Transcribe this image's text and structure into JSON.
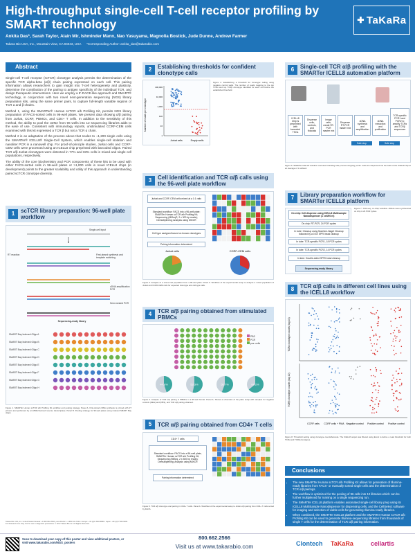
{
  "header": {
    "title": "High-throughput single-cell T-cell receptor profiling by SMART technology",
    "authors": "Ankita Das*, Sarah Taylor, Alain Mir, Ishminder Mann, Nao Yasuyama, Magnolia Bostick, Jude Dunne, Andrew Farmer",
    "affiliation": "Takara Bio USA, Inc., Mountain View, CA 94043, USA",
    "corresponding": "*Corresponding Author: ankita_das@takarabio.com",
    "logo": "TaKaRa"
  },
  "abstract": {
    "title": "Abstract",
    "paragraphs": [
      "Single-cell T-cell receptor (scTCR) clonotype analysis permits the determination of the specific TCR alpha-beta (α/β) chain pairing expressed on each cell. This pairing information allows researchers to gain insight into T-cell heterogeneity and plasticity, determine the contribution of the pairing to antigen specificity of the individual TCR, and design therapeutic interventions. Here we employ a 5'-RACE-like approach and SMART® technology, in conjunction with two novel next-generation sequencing (NGS) library preparation kits, using the same primer pairs, to capture full-length variable regions of TCR α and β chains.",
      "Method 1, using the SMARTer® Human scTCR a/b Profiling Kit, permits NGS library preparation of FACS-sorted cells in 96-well plates. We present data showing α/β pairing from Jurkat, CCRF, PBMCs, and CD4+ T cells. In addition to the sensitivity of this method, the ability to pool the cDNA from 96 wells into 12 sequencing libraries adds to the ease of use. Consistent with immunology reports, unstimulated CCRF-CEM cells examined with this kit expressed a TCR β but not a TCR α chain.",
      "Method 2 is an adaptation of the process above that scales to ~1,200 single cells using the SMARTer® ICELL8® Single-Cell System, which enables single-cell isolation and nanoliter PCR in a nanowell chip. For proof-of-principle studies, Jurkat cells and CCRF-CEM cells were processed using an ICELL8 chip preprinted with barcoded oligos. Paired TCR α/β Jurkat clonotypes were detected in 77% and 83% cells in mixed and single cell populations, respectively.",
      "The ability of the core biochemistry and PCR components of these kits to be used with either FACS-sorted cells in 96-well plates or >1,000 cells in novel ICELL8 chips (in development) points to the greater scalability and utility of this approach in understanding paired scTCR clonotype diversity."
    ]
  },
  "sections": {
    "s1": {
      "num": "1",
      "title": "scTCR library preparation: 96-well plate workflow"
    },
    "s2": {
      "num": "2",
      "title": "Establishing thresholds for confident clonotype calls"
    },
    "s3": {
      "num": "3",
      "title": "Cell identification and TCR α/β calls using the 96-well plate workflow"
    },
    "s4": {
      "num": "4",
      "title": "TCR α/β pairing obtained from stimulated PBMCs"
    },
    "s5": {
      "num": "5",
      "title": "TCR α/β pairing obtained from CD4+ T cells"
    },
    "s6": {
      "num": "6",
      "title": "Single-cell TCR α/β profiling with the SMARTer ICELL8 automation platform"
    },
    "s7": {
      "num": "7",
      "title": "Library preparation workflow for SMARTer ICELL8 platform"
    },
    "s8": {
      "num": "8",
      "title": "TCR α/β calls in different cell lines using the ICELL8 workflow"
    }
  },
  "fig1": {
    "labels": [
      "Single-cell input",
      "First-strand synthesis and template switching",
      "RT reaction",
      "cDNA amplification PCR",
      "Semi-nested PCR",
      "Sequencing-ready library"
    ],
    "oligos": [
      "SMART Bay Indexed Oligo A",
      "SMART Bay Indexed Oligo B",
      "SMART Bay Indexed Oligo C",
      "SMART Bay Indexed Oligo D",
      "SMART Bay Indexed Oligo E",
      "SMART Bay Indexed Oligo F",
      "SMART Bay Indexed Oligo G",
      "SMART Bay Indexed Oligo H"
    ],
    "oligo_colors": [
      "#e05a5a",
      "#e68a2e",
      "#d9c02a",
      "#6bb34a",
      "#3aa7a0",
      "#3f7ec9",
      "#7a55b8",
      "#c45ca5"
    ],
    "caption": "Figure 1. SMARTer Human scTCR a/b Profiling Kit workflow and pooling strategy. Panel A. First-strand cDNA synthesis is primed with dT primers and performed by an MMLV-derived reverse transcriptase. Panel B. Pooling strategy for 96-well plates using indexed SMART Bay oligos."
  },
  "fig2": {
    "ylabel": "Number of reads per clonotype",
    "yticks": [
      "100,000",
      "10,000",
      "1,000",
      "100",
      "10",
      "1"
    ],
    "categories": [
      "Jurkat cells",
      "Empty wells"
    ],
    "caption": "Figure 2. Establishing a threshold for clonotype calling using negative control wells. The number of reads mapping to the top TCRα and top TCRβ clonotype identified for each cell before the established threshold."
  },
  "fig3": {
    "flow": [
      "Jurkat and CCRF-CEM cells mixed at a 1:1 ratio",
      "Standard workflow: FACS into a 96-well plate; SMARTer Human scTCR a/b Profiling Kit; Sequencing (MiSeq®, 2 x 300 bp reads); Demultiplexing; Analysis using MiXCR",
      "Cell type assigned based on known clonotypes",
      "Pairing information determined"
    ],
    "pie_labels": [
      "Jurkat cells",
      "CCRF-CEM cells"
    ],
    "caption": "Figure 3. Analysis of a mixed cell population from a 96-well plate. Panel A. Workflow of the experimental setup to analyze a mixed population of Jurkat and CCRF-CEM cells for expected clonotype and cell-type calls."
  },
  "fig4": {
    "legend": [
      "PBS",
      "PCR",
      "pos. cells"
    ],
    "pcts": [
      "44.8%",
      "53.3%",
      "55.7%",
      "64.2%"
    ],
    "caption": "Figure 4. Analysis of TCR α/β pairing in PBMCs in a 96-well format. Panel A. Shows a schematic of the plate setup with samples for negative controls (NEG) and (PBS), and TCR α/β pairing obtained."
  },
  "fig5": {
    "flow": [
      "CD4+ T cells",
      "Standard workflow: FACS into a 96-well plate; SMARTer Human scTCR a/b Profiling Kit; Sequencing (MiSeq, 2 x 300 bp reads); Demultiplexing; Analysis using MiXCR",
      "Pairing information determined"
    ],
    "caption": "Figure 5. TCR α/β clonotype and pairing in CD4+ T cells. Panel A. Workflow of the experimental setup to obtain α/β pairing from CD4+ T cells sorted by FACS."
  },
  "fig6": {
    "steps": [
      "ICELL8 Chip is preprinted with barcoded TSOs",
      "Dispense cells, controls, and fiducials",
      "Image cells, create RT-PCR master mix",
      "Dispense RT-PCR master mix",
      "cDNA synthesis and amplification",
      "cDNA extraction and purification",
      "TCR-specific PCR1 and PCR2 to amplify TCRα and TCRβ sequences"
    ],
    "safe": [
      "Safe stop",
      "Safe stop"
    ],
    "caption": "Figure 6. SMARTer ICELL8 workflow overview indicating safe process stopping points. Cells are dispensed into the wells of the ICELL8 chip at an average of 1 cell/well."
  },
  "fig7": {
    "flow": [
      "On chip: Cell dispense using ICELL8 Multisample Nanodispenser (1 cell/50 nl)",
      "On chip: RT-PCR, 24 PCR cycles",
      "In tube: Cleanup using Machine-Nagel Cleanup followed by a 0.5X SPRI bead cleanup",
      "In tube: TCR-specific PCR1, 18 PCR cycles",
      "In tube: TCR-specific PCR2, 14 PCR cycles",
      "In tube: Double-sided SPRI bead cleanup",
      "Sequencing-ready library"
    ],
    "caption": "Figure 7. TCR-seq, on-Chip workflow. cDNAs were synthesized on chip in 24 PCR cycles."
  },
  "fig8": {
    "ylabel1": "TCRα clonotype counts (log 10)",
    "ylabel2": "TCRβ clonotype counts (log 10)",
    "categories": [
      "CCRF cells",
      "CCRF cells + PMA",
      "Negative control",
      "Positive control",
      "Positive control"
    ],
    "caption": "Figure 8. Threshold setting using clonotype counts/barcode. The ICELL8 output was filtered using Excel to define a read threshold for both TCRα and TCRβ clonotypes."
  },
  "conclusions": {
    "title": "Conclusions",
    "items": [
      "The new SMARTer Human scTCR a/b Profiling Kit allows for generation of Illumina-ready libraries from FACS- or manually sorted single cells and the determination of TCR α/β pairings.",
      "The workflow is optimized for the pooling of 96 cells into 12 libraries which can be further multiplexed for running on a single sequencing run.",
      "The SMARTer ICELL8 platform enables automated single-cell library prep using its ICELL8 MultiSample Nanodispenser for dispensing cells, and the CellSelect software for imaging and selection of viable cells for generating Illumina-ready libraries.",
      "When combined, the SMARTer ICELL8 platform and the SMARTer Human scTCR a/b Profiling Kit can be used to generate Illumina-sequencing libraries from thousands of single T cells for the determination of TCR α/β pairing information."
    ]
  },
  "footer": {
    "scan": "Scan to download your copy of this poster and view additional posters, or visit www.takarabio.com/NGS_posters",
    "phone": "800.662.2566",
    "visit": "Visit us at www.takarabio.com",
    "brand1": "Clontech",
    "brand2": "TaKaRa",
    "brand3": "cellartis",
    "legal": "Takara Bio USA, Inc. United States/Canada: +1.800.662.2566 • Asia Pacific: +1.650.919.7300 • Europe: +33.(0)1.3904.6880 • Japan: +81.(0)77.565.6999. For Research Use Only. Not for use in diagnostic procedures. © 2017 Takara Bio Inc. All Rights Reserved."
  },
  "colors": {
    "primary": "#1f74b9",
    "band": "#d3e3f2",
    "accent_red": "#d8312e"
  }
}
